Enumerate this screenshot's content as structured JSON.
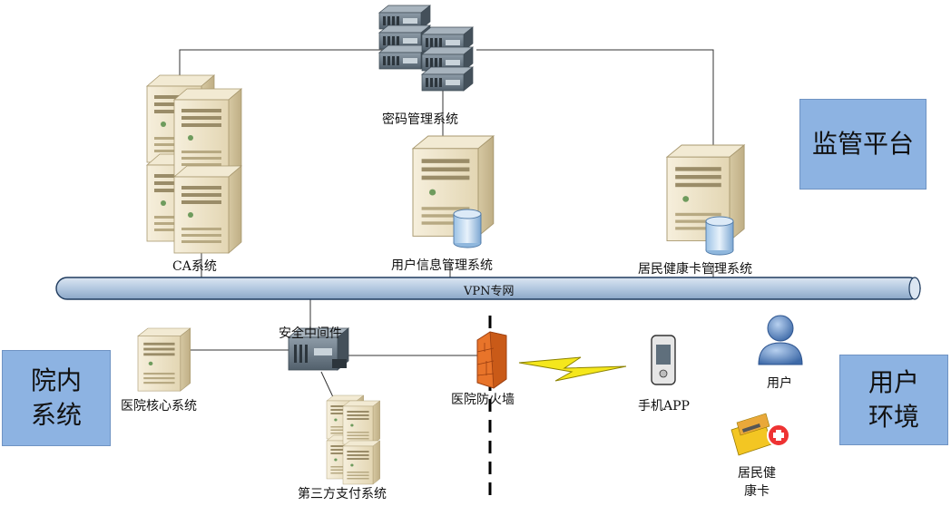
{
  "zones": {
    "supervision": "监管平台",
    "hospital_internal": [
      "院内",
      "系统"
    ],
    "user_env": [
      "用户",
      "环境"
    ]
  },
  "network": {
    "vpn": "VPN专网"
  },
  "nodes": {
    "key_mgmt": "密码管理系统",
    "ca": "CA系统",
    "user_info": "用户信息管理系统",
    "health_card_mgmt": "居民健康卡管理系统",
    "security_middleware": "安全中间件",
    "hospital_core": "医院核心系统",
    "third_party_pay": "第三方支付系统",
    "hospital_firewall": "医院防火墙",
    "mobile_app": "手机APP",
    "user": "用户",
    "health_card": [
      "居民健",
      "康卡"
    ]
  },
  "colors": {
    "zone_fill": "#8db3e2",
    "pipe_fill": "#b9cde4",
    "server_beige": "#efe6cc",
    "rack_gray": "#6b7b88",
    "firewall_orange": "#e8742a",
    "lightning": "#f5e71c",
    "user_blue": "#5b86c0"
  },
  "icons": [
    "server-icon",
    "rack-server-icon",
    "database-icon",
    "firewall-icon",
    "lightning-icon",
    "phone-icon",
    "user-icon",
    "card-icon"
  ]
}
